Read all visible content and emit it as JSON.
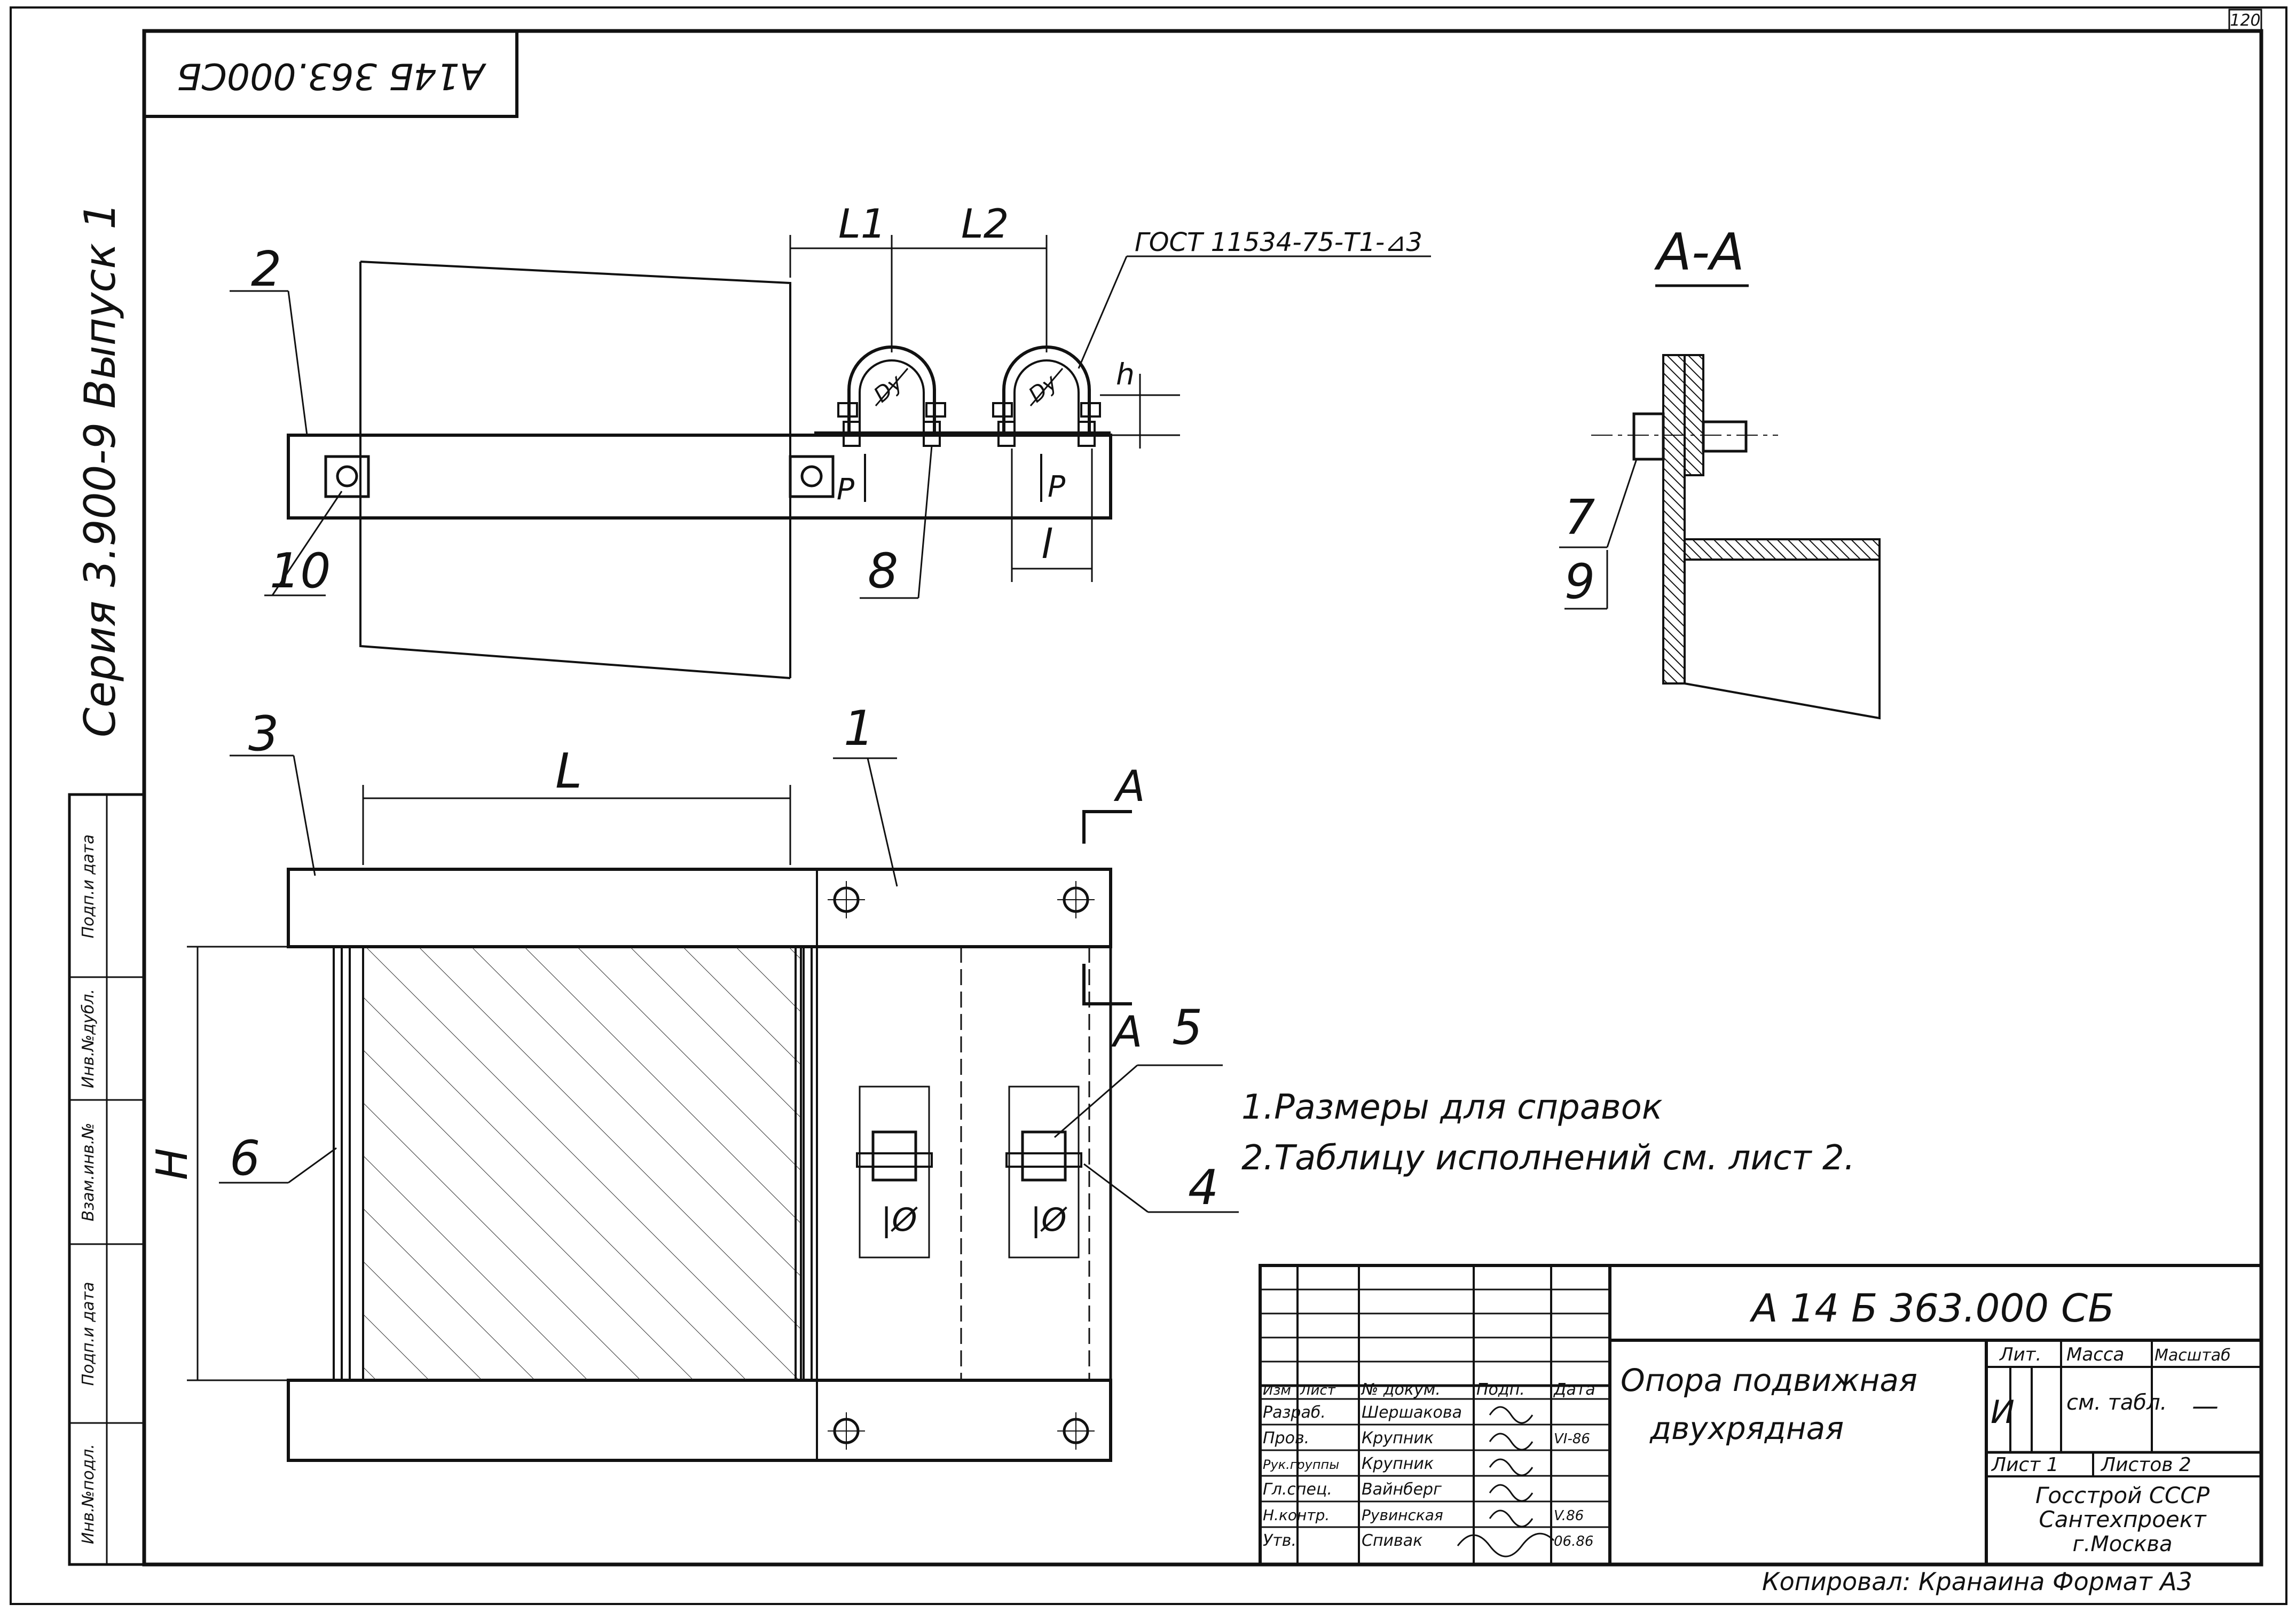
{
  "sheet": {
    "page_number": "120",
    "rotated_code": "А14Б 363.000СБ",
    "series": "Серия 3.900-9 Выпуск 1",
    "format_note": "Копировал: Кранаина Формат А3"
  },
  "left_strip": [
    "Инв.№подл.",
    "Подп.и дата",
    "Взам.инв.№",
    "Инв.№дубл.",
    "Подп.и дата"
  ],
  "top_view": {
    "gost": "ГОСТ 11534-75-Т1-⊿3",
    "dims": {
      "l1": "L1",
      "l2": "L2",
      "h": "h",
      "l": "l",
      "du": "Dy"
    },
    "loads": [
      "P",
      "P"
    ],
    "positions": [
      "2",
      "10",
      "8"
    ]
  },
  "section": {
    "label": "А-А",
    "positions": [
      "7",
      "9"
    ]
  },
  "plan_view": {
    "dims": {
      "L": "L",
      "H": "H"
    },
    "section_marks": [
      "А",
      "А"
    ],
    "positions": [
      "3",
      "1",
      "6",
      "5",
      "4"
    ],
    "slot_marks": [
      "|Ø",
      "|Ø"
    ]
  },
  "notes": [
    "1.Размеры для справок",
    "2.Таблицу исполнений см. лист 2."
  ],
  "title_block": {
    "doc_code": "А 14 Б 363.000 СБ",
    "name_line1": "Опора подвижная",
    "name_line2": "двухрядная",
    "header": [
      "Изм",
      "Лист",
      "№ докум.",
      "Подп.",
      "Дата"
    ],
    "rows": [
      {
        "role": "Разраб.",
        "name": "Шершакова",
        "date": ""
      },
      {
        "role": "Пров.",
        "name": "Крупник",
        "date": "VI-86"
      },
      {
        "role": "Рук.группы",
        "name": "Крупник",
        "date": ""
      },
      {
        "role": "Гл.спец.",
        "name": "Вайнберг",
        "date": ""
      },
      {
        "role": "Н.контр.",
        "name": "Рувинская",
        "date": "V.86"
      },
      {
        "role": "Утв.",
        "name": "Спивак",
        "date": "06.86"
      }
    ],
    "lit_label": "Лит.",
    "mass_label": "Масса",
    "scale_label": "Масштаб",
    "lit_value": "И",
    "mass_value": "см. табл.",
    "scale_value": "—",
    "sheet_label": "Лист 1",
    "sheets_label": "Листов 2",
    "org_line1": "Госстрой СССР",
    "org_line2": "Сантехпроект",
    "org_line3": "г.Москва"
  }
}
